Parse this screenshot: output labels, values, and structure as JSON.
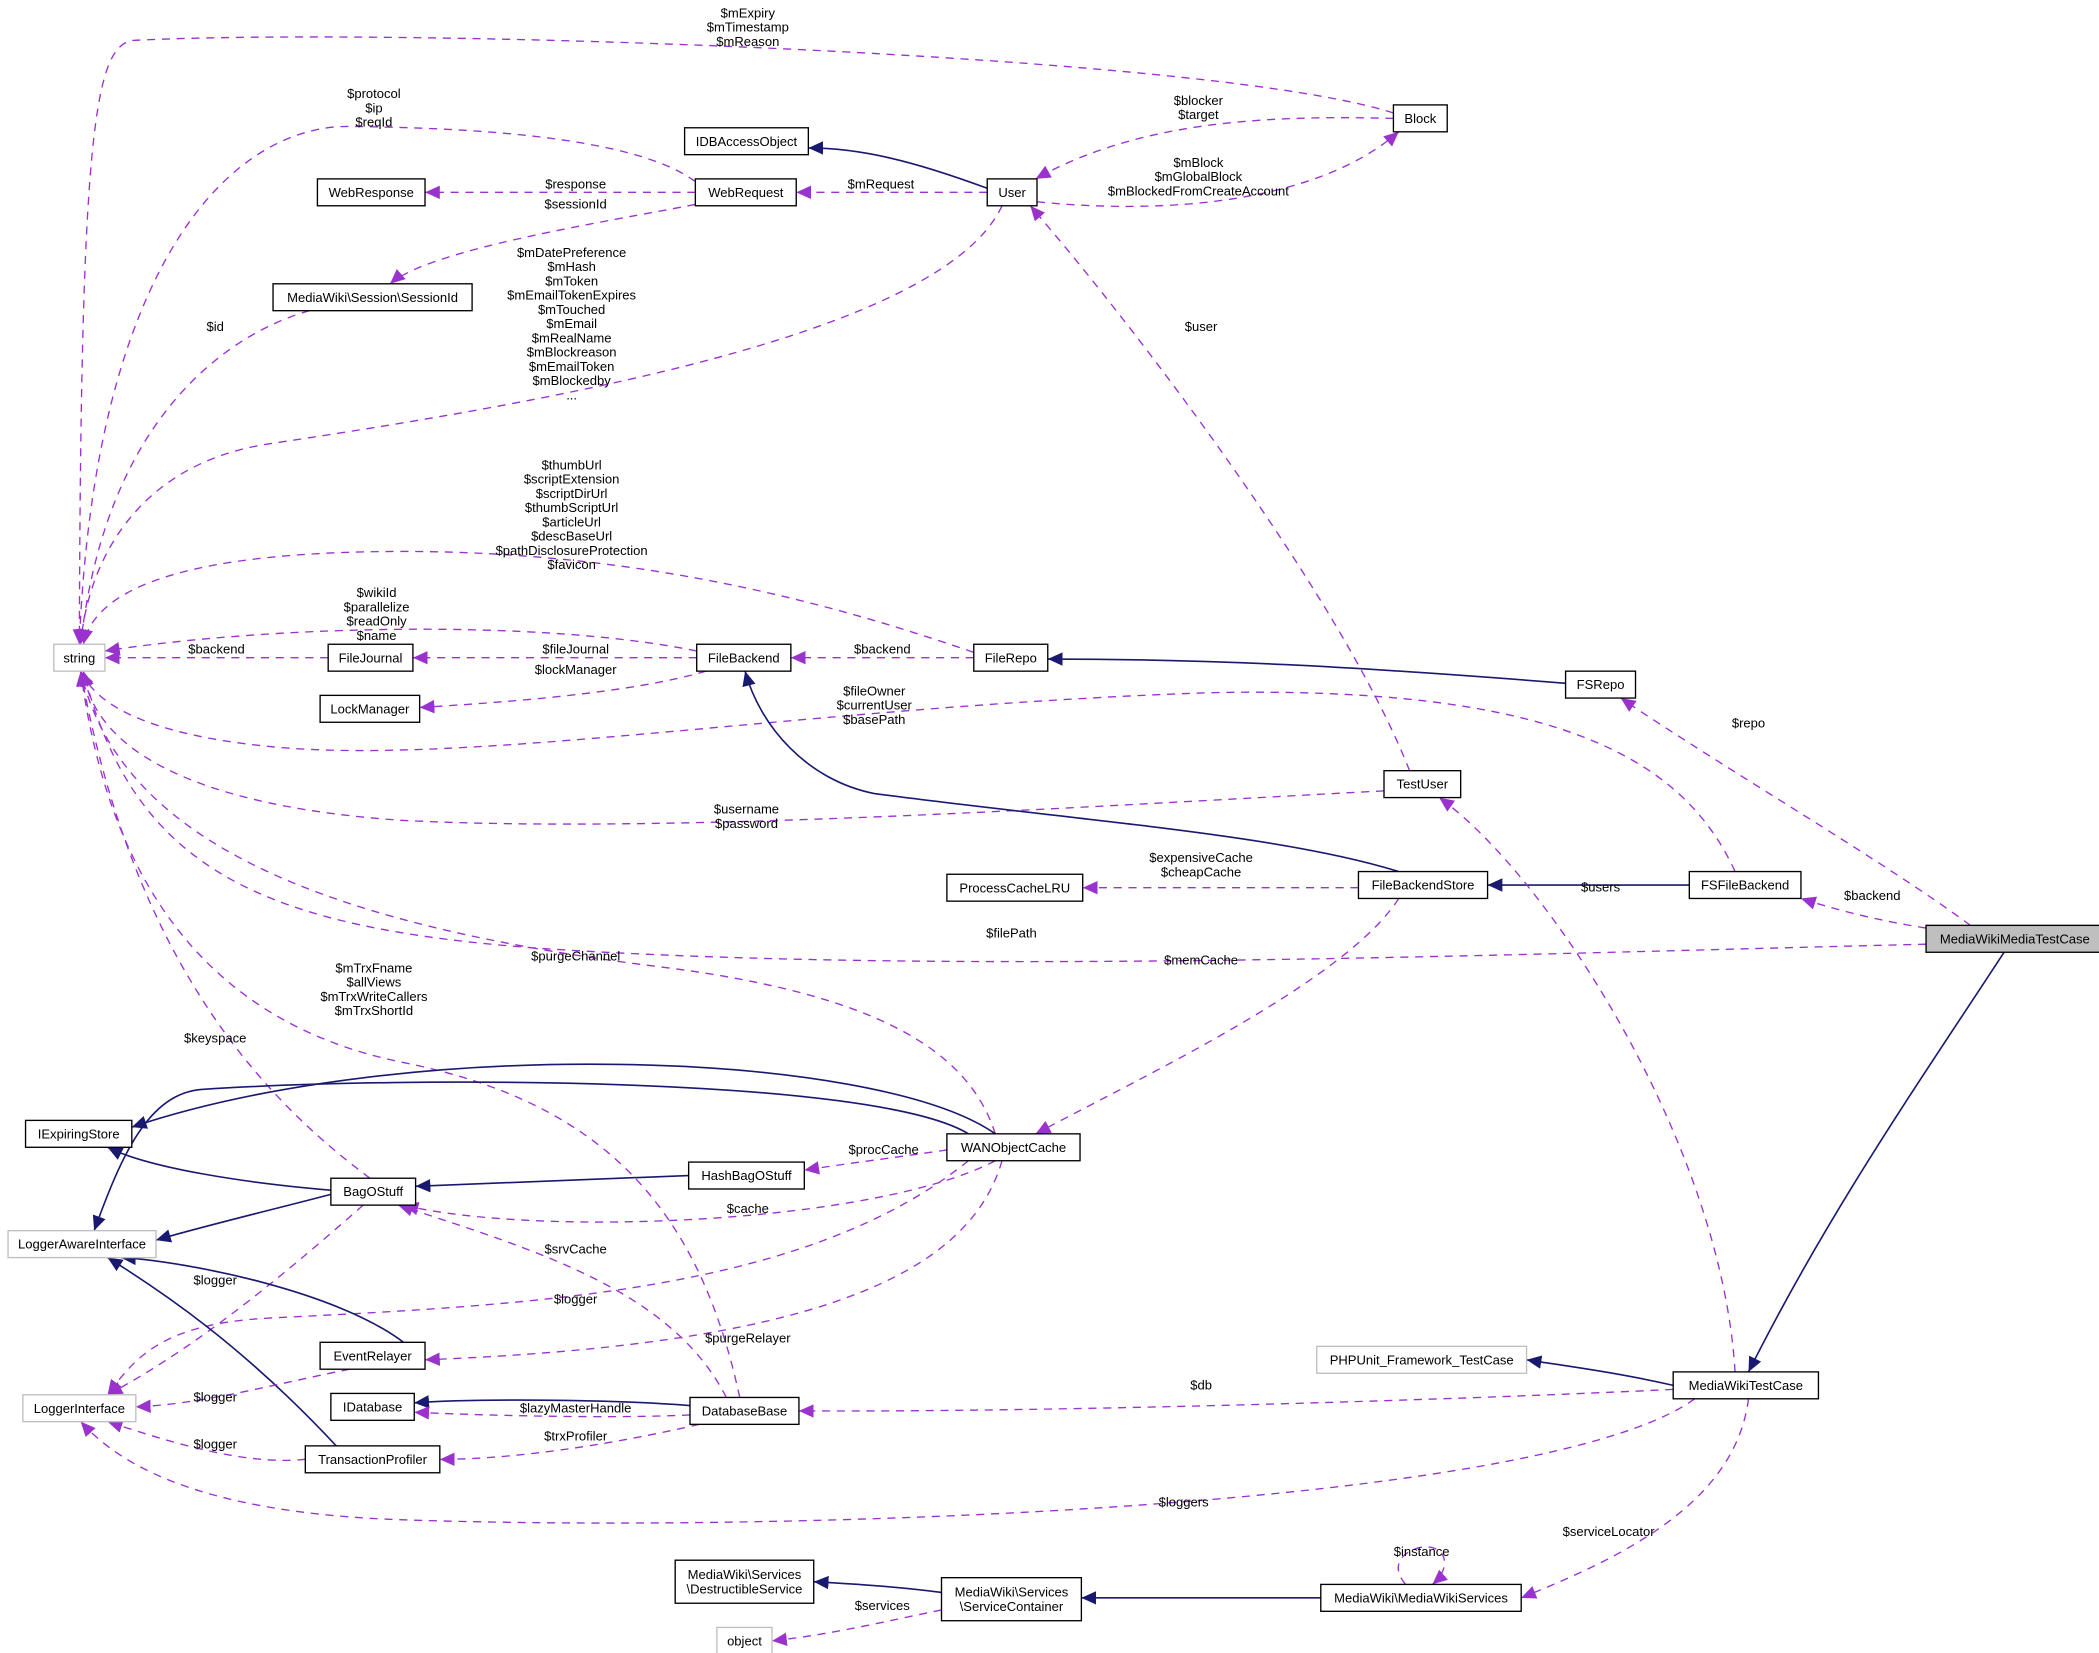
{
  "diagram": {
    "nodes": [
      {
        "id": "string",
        "label": [
          "string"
        ],
        "external": true
      },
      {
        "id": "IDBAccessObject",
        "label": [
          "IDBAccessObject"
        ]
      },
      {
        "id": "WebResponse",
        "label": [
          "WebResponse"
        ]
      },
      {
        "id": "WebRequest",
        "label": [
          "WebRequest"
        ]
      },
      {
        "id": "User",
        "label": [
          "User"
        ]
      },
      {
        "id": "Block",
        "label": [
          "Block"
        ]
      },
      {
        "id": "SessionId",
        "label": [
          "MediaWiki\\Session\\SessionId"
        ]
      },
      {
        "id": "FileJournal",
        "label": [
          "FileJournal"
        ]
      },
      {
        "id": "FileBackend",
        "label": [
          "FileBackend"
        ]
      },
      {
        "id": "FileRepo",
        "label": [
          "FileRepo"
        ]
      },
      {
        "id": "FSRepo",
        "label": [
          "FSRepo"
        ]
      },
      {
        "id": "LockManager",
        "label": [
          "LockManager"
        ]
      },
      {
        "id": "TestUser",
        "label": [
          "TestUser"
        ]
      },
      {
        "id": "ProcessCacheLRU",
        "label": [
          "ProcessCacheLRU"
        ]
      },
      {
        "id": "FileBackendStore",
        "label": [
          "FileBackendStore"
        ]
      },
      {
        "id": "FSFileBackend",
        "label": [
          "FSFileBackend"
        ]
      },
      {
        "id": "MediaWikiMediaTestCase",
        "label": [
          "MediaWikiMediaTestCase"
        ],
        "focus": true
      },
      {
        "id": "IExpiringStore",
        "label": [
          "IExpiringStore"
        ]
      },
      {
        "id": "WANObjectCache",
        "label": [
          "WANObjectCache"
        ]
      },
      {
        "id": "HashBagOStuff",
        "label": [
          "HashBagOStuff"
        ]
      },
      {
        "id": "BagOStuff",
        "label": [
          "BagOStuff"
        ]
      },
      {
        "id": "LoggerAwareInterface",
        "label": [
          "LoggerAwareInterface"
        ],
        "external": true
      },
      {
        "id": "EventRelayer",
        "label": [
          "EventRelayer"
        ]
      },
      {
        "id": "PHPUnit",
        "label": [
          "PHPUnit_Framework_TestCase"
        ],
        "external": true
      },
      {
        "id": "MediaWikiTestCase",
        "label": [
          "MediaWikiTestCase"
        ]
      },
      {
        "id": "LoggerInterface",
        "label": [
          "LoggerInterface"
        ],
        "external": true
      },
      {
        "id": "IDatabase",
        "label": [
          "IDatabase"
        ]
      },
      {
        "id": "DatabaseBase",
        "label": [
          "DatabaseBase"
        ]
      },
      {
        "id": "TransactionProfiler",
        "label": [
          "TransactionProfiler"
        ]
      },
      {
        "id": "DestructibleService",
        "label": [
          "MediaWiki\\Services",
          "\\DestructibleService"
        ]
      },
      {
        "id": "ServiceContainer",
        "label": [
          "MediaWiki\\Services",
          "\\ServiceContainer"
        ]
      },
      {
        "id": "MediaWikiServices",
        "label": [
          "MediaWiki\\MediaWikiServices"
        ]
      },
      {
        "id": "object",
        "label": [
          "object"
        ],
        "external": true
      }
    ],
    "edges": [
      {
        "id": "e1",
        "kind": "use",
        "from": "Block",
        "to": "string",
        "label": [
          "$mExpiry",
          "$mTimestamp",
          "$mReason"
        ]
      },
      {
        "id": "e2",
        "kind": "use",
        "from": "WebRequest",
        "to": "string",
        "label": [
          "$protocol",
          "$ip",
          "$reqId"
        ]
      },
      {
        "id": "e3",
        "kind": "use",
        "from": "Block",
        "to": "User",
        "label": [
          "$blocker",
          "$target"
        ]
      },
      {
        "id": "e4",
        "kind": "use",
        "from": "User",
        "to": "Block",
        "label": [
          "$mBlock",
          "$mGlobalBlock",
          "$mBlockedFromCreateAccount"
        ]
      },
      {
        "id": "e5",
        "kind": "inherit",
        "from": "User",
        "to": "IDBAccessObject",
        "label": []
      },
      {
        "id": "e6",
        "kind": "use",
        "from": "WebRequest",
        "to": "WebResponse",
        "label": [
          "$response"
        ]
      },
      {
        "id": "e7",
        "kind": "use",
        "from": "User",
        "to": "WebRequest",
        "label": [
          "$mRequest"
        ]
      },
      {
        "id": "e8",
        "kind": "use",
        "from": "WebRequest",
        "to": "SessionId",
        "label": [
          "$sessionId"
        ]
      },
      {
        "id": "e9",
        "kind": "use",
        "from": "SessionId",
        "to": "string",
        "label": [
          "$id"
        ]
      },
      {
        "id": "e10",
        "kind": "use",
        "from": "User",
        "to": "string",
        "label": [
          "$mDatePreference",
          "$mHash",
          "$mToken",
          "$mEmailTokenExpires",
          "$mTouched",
          "$mEmail",
          "$mRealName",
          "$mBlockreason",
          "$mEmailToken",
          "$mBlockedby",
          "..."
        ]
      },
      {
        "id": "e11",
        "kind": "use",
        "from": "TestUser",
        "to": "User",
        "label": [
          "$user"
        ]
      },
      {
        "id": "e12",
        "kind": "use",
        "from": "FileRepo",
        "to": "string",
        "label": [
          "$thumbUrl",
          "$scriptExtension",
          "$scriptDirUrl",
          "$thumbScriptUrl",
          "$articleUrl",
          "$descBaseUrl",
          "$pathDisclosureProtection",
          "$favicon"
        ]
      },
      {
        "id": "e13",
        "kind": "use",
        "from": "FileBackend",
        "to": "string",
        "label": [
          "$wikiId",
          "$parallelize",
          "$readOnly",
          "$name"
        ]
      },
      {
        "id": "e14",
        "kind": "use",
        "from": "FileJournal",
        "to": "string",
        "label": [
          "$backend"
        ]
      },
      {
        "id": "e15",
        "kind": "use",
        "from": "FileBackend",
        "to": "FileJournal",
        "label": [
          "$fileJournal"
        ]
      },
      {
        "id": "e16",
        "kind": "use",
        "from": "FileBackend",
        "to": "LockManager",
        "label": [
          "$lockManager"
        ]
      },
      {
        "id": "e17",
        "kind": "use",
        "from": "FileRepo",
        "to": "FileBackend",
        "label": [
          "$backend"
        ]
      },
      {
        "id": "e18",
        "kind": "inherit",
        "from": "FSRepo",
        "to": "FileRepo",
        "label": []
      },
      {
        "id": "e19",
        "kind": "use",
        "from": "FSFileBackend",
        "to": "string",
        "label": [
          "$fileOwner",
          "$currentUser",
          "$basePath"
        ]
      },
      {
        "id": "e20",
        "kind": "use",
        "from": "TestUser",
        "to": "string",
        "label": [
          "$username",
          "$password"
        ]
      },
      {
        "id": "e21",
        "kind": "use",
        "from": "MediaWikiMediaTestCase",
        "to": "FSRepo",
        "label": [
          "$repo"
        ]
      },
      {
        "id": "e22",
        "kind": "inherit",
        "from": "FileBackendStore",
        "to": "FileBackend",
        "label": []
      },
      {
        "id": "e23",
        "kind": "use",
        "from": "FileBackendStore",
        "to": "ProcessCacheLRU",
        "label": [
          "$expensiveCache",
          "$cheapCache"
        ]
      },
      {
        "id": "e24",
        "kind": "inherit",
        "from": "FSFileBackend",
        "to": "FileBackendStore",
        "label": []
      },
      {
        "id": "e25",
        "kind": "use",
        "from": "MediaWikiTestCase",
        "to": "TestUser",
        "label": [
          "$users"
        ]
      },
      {
        "id": "e26",
        "kind": "use",
        "from": "MediaWikiMediaTestCase",
        "to": "FSFileBackend",
        "label": [
          "$backend"
        ]
      },
      {
        "id": "e27",
        "kind": "use",
        "from": "MediaWikiMediaTestCase",
        "to": "string",
        "label": [
          "$filePath"
        ]
      },
      {
        "id": "e28",
        "kind": "use",
        "from": "FileBackendStore",
        "to": "WANObjectCache",
        "label": [
          "$memCache"
        ]
      },
      {
        "id": "e29",
        "kind": "use",
        "from": "WANObjectCache",
        "to": "string",
        "label": [
          "$purgeChannel"
        ]
      },
      {
        "id": "e30",
        "kind": "use",
        "from": "DatabaseBase",
        "to": "string",
        "label": [
          "$mTrxFname",
          "$allViews",
          "$mTrxWriteCallers",
          "$mTrxShortId"
        ]
      },
      {
        "id": "e31",
        "kind": "use",
        "from": "BagOStuff",
        "to": "string",
        "label": [
          "$keyspace"
        ]
      },
      {
        "id": "e32",
        "kind": "inherit",
        "from": "WANObjectCache",
        "to": "IExpiringStore",
        "label": []
      },
      {
        "id": "e33",
        "kind": "inherit",
        "from": "WANObjectCache",
        "to": "LoggerAwareInterface",
        "label": []
      },
      {
        "id": "e34",
        "kind": "use",
        "from": "WANObjectCache",
        "to": "HashBagOStuff",
        "label": [
          "$procCache"
        ]
      },
      {
        "id": "e35",
        "kind": "inherit",
        "from": "HashBagOStuff",
        "to": "BagOStuff",
        "label": []
      },
      {
        "id": "e36",
        "kind": "inherit",
        "from": "BagOStuff",
        "to": "IExpiringStore",
        "label": []
      },
      {
        "id": "e37",
        "kind": "inherit",
        "from": "BagOStuff",
        "to": "LoggerAwareInterface",
        "label": []
      },
      {
        "id": "e38",
        "kind": "use",
        "from": "WANObjectCache",
        "to": "BagOStuff",
        "label": [
          "$cache"
        ]
      },
      {
        "id": "e39",
        "kind": "use",
        "from": "DatabaseBase",
        "to": "BagOStuff",
        "label": [
          "$srvCache"
        ]
      },
      {
        "id": "e40",
        "kind": "use",
        "from": "WANObjectCache",
        "to": "LoggerInterface",
        "label": [
          "$logger"
        ]
      },
      {
        "id": "e41",
        "kind": "use",
        "from": "BagOStuff",
        "to": "LoggerInterface",
        "label": [
          "$logger"
        ]
      },
      {
        "id": "e42",
        "kind": "inherit",
        "from": "EventRelayer",
        "to": "LoggerAwareInterface",
        "label": []
      },
      {
        "id": "e43",
        "kind": "inherit",
        "from": "TransactionProfiler",
        "to": "LoggerAwareInterface",
        "label": []
      },
      {
        "id": "e44",
        "kind": "use",
        "from": "WANObjectCache",
        "to": "EventRelayer",
        "label": [
          "$purgeRelayer"
        ]
      },
      {
        "id": "e45",
        "kind": "use",
        "from": "EventRelayer",
        "to": "LoggerInterface",
        "label": [
          "$logger"
        ]
      },
      {
        "id": "e46",
        "kind": "use",
        "from": "TransactionProfiler",
        "to": "LoggerInterface",
        "label": [
          "$logger"
        ]
      },
      {
        "id": "e47",
        "kind": "inherit",
        "from": "MediaWikiTestCase",
        "to": "PHPUnit",
        "label": []
      },
      {
        "id": "e48",
        "kind": "inherit",
        "from": "MediaWikiMediaTestCase",
        "to": "MediaWikiTestCase",
        "label": []
      },
      {
        "id": "e49",
        "kind": "use",
        "from": "MediaWikiTestCase",
        "to": "DatabaseBase",
        "label": [
          "$db"
        ]
      },
      {
        "id": "e50",
        "kind": "inherit",
        "from": "DatabaseBase",
        "to": "IDatabase",
        "label": []
      },
      {
        "id": "e51",
        "kind": "use",
        "from": "DatabaseBase",
        "to": "IDatabase",
        "label": [
          "$lazyMasterHandle"
        ]
      },
      {
        "id": "e52",
        "kind": "use",
        "from": "DatabaseBase",
        "to": "TransactionProfiler",
        "label": [
          "$trxProfiler"
        ]
      },
      {
        "id": "e53",
        "kind": "use",
        "from": "MediaWikiTestCase",
        "to": "LoggerInterface",
        "label": [
          "$loggers"
        ]
      },
      {
        "id": "e54",
        "kind": "use",
        "from": "MediaWikiTestCase",
        "to": "MediaWikiServices",
        "label": [
          "$serviceLocator"
        ]
      },
      {
        "id": "e55",
        "kind": "use",
        "from": "MediaWikiServices",
        "to": "MediaWikiServices",
        "label": [
          "$instance"
        ]
      },
      {
        "id": "e56",
        "kind": "inherit",
        "from": "MediaWikiServices",
        "to": "ServiceContainer",
        "label": []
      },
      {
        "id": "e57",
        "kind": "inherit",
        "from": "ServiceContainer",
        "to": "DestructibleService",
        "label": []
      },
      {
        "id": "e58",
        "kind": "use",
        "from": "ServiceContainer",
        "to": "object",
        "label": [
          "$services"
        ]
      }
    ]
  },
  "colors": {
    "inheritance_edge": "#191970",
    "usage_edge": "#9a32cd",
    "focus_fill": "#bfbfbf",
    "external_border": "#bfbfbf"
  }
}
